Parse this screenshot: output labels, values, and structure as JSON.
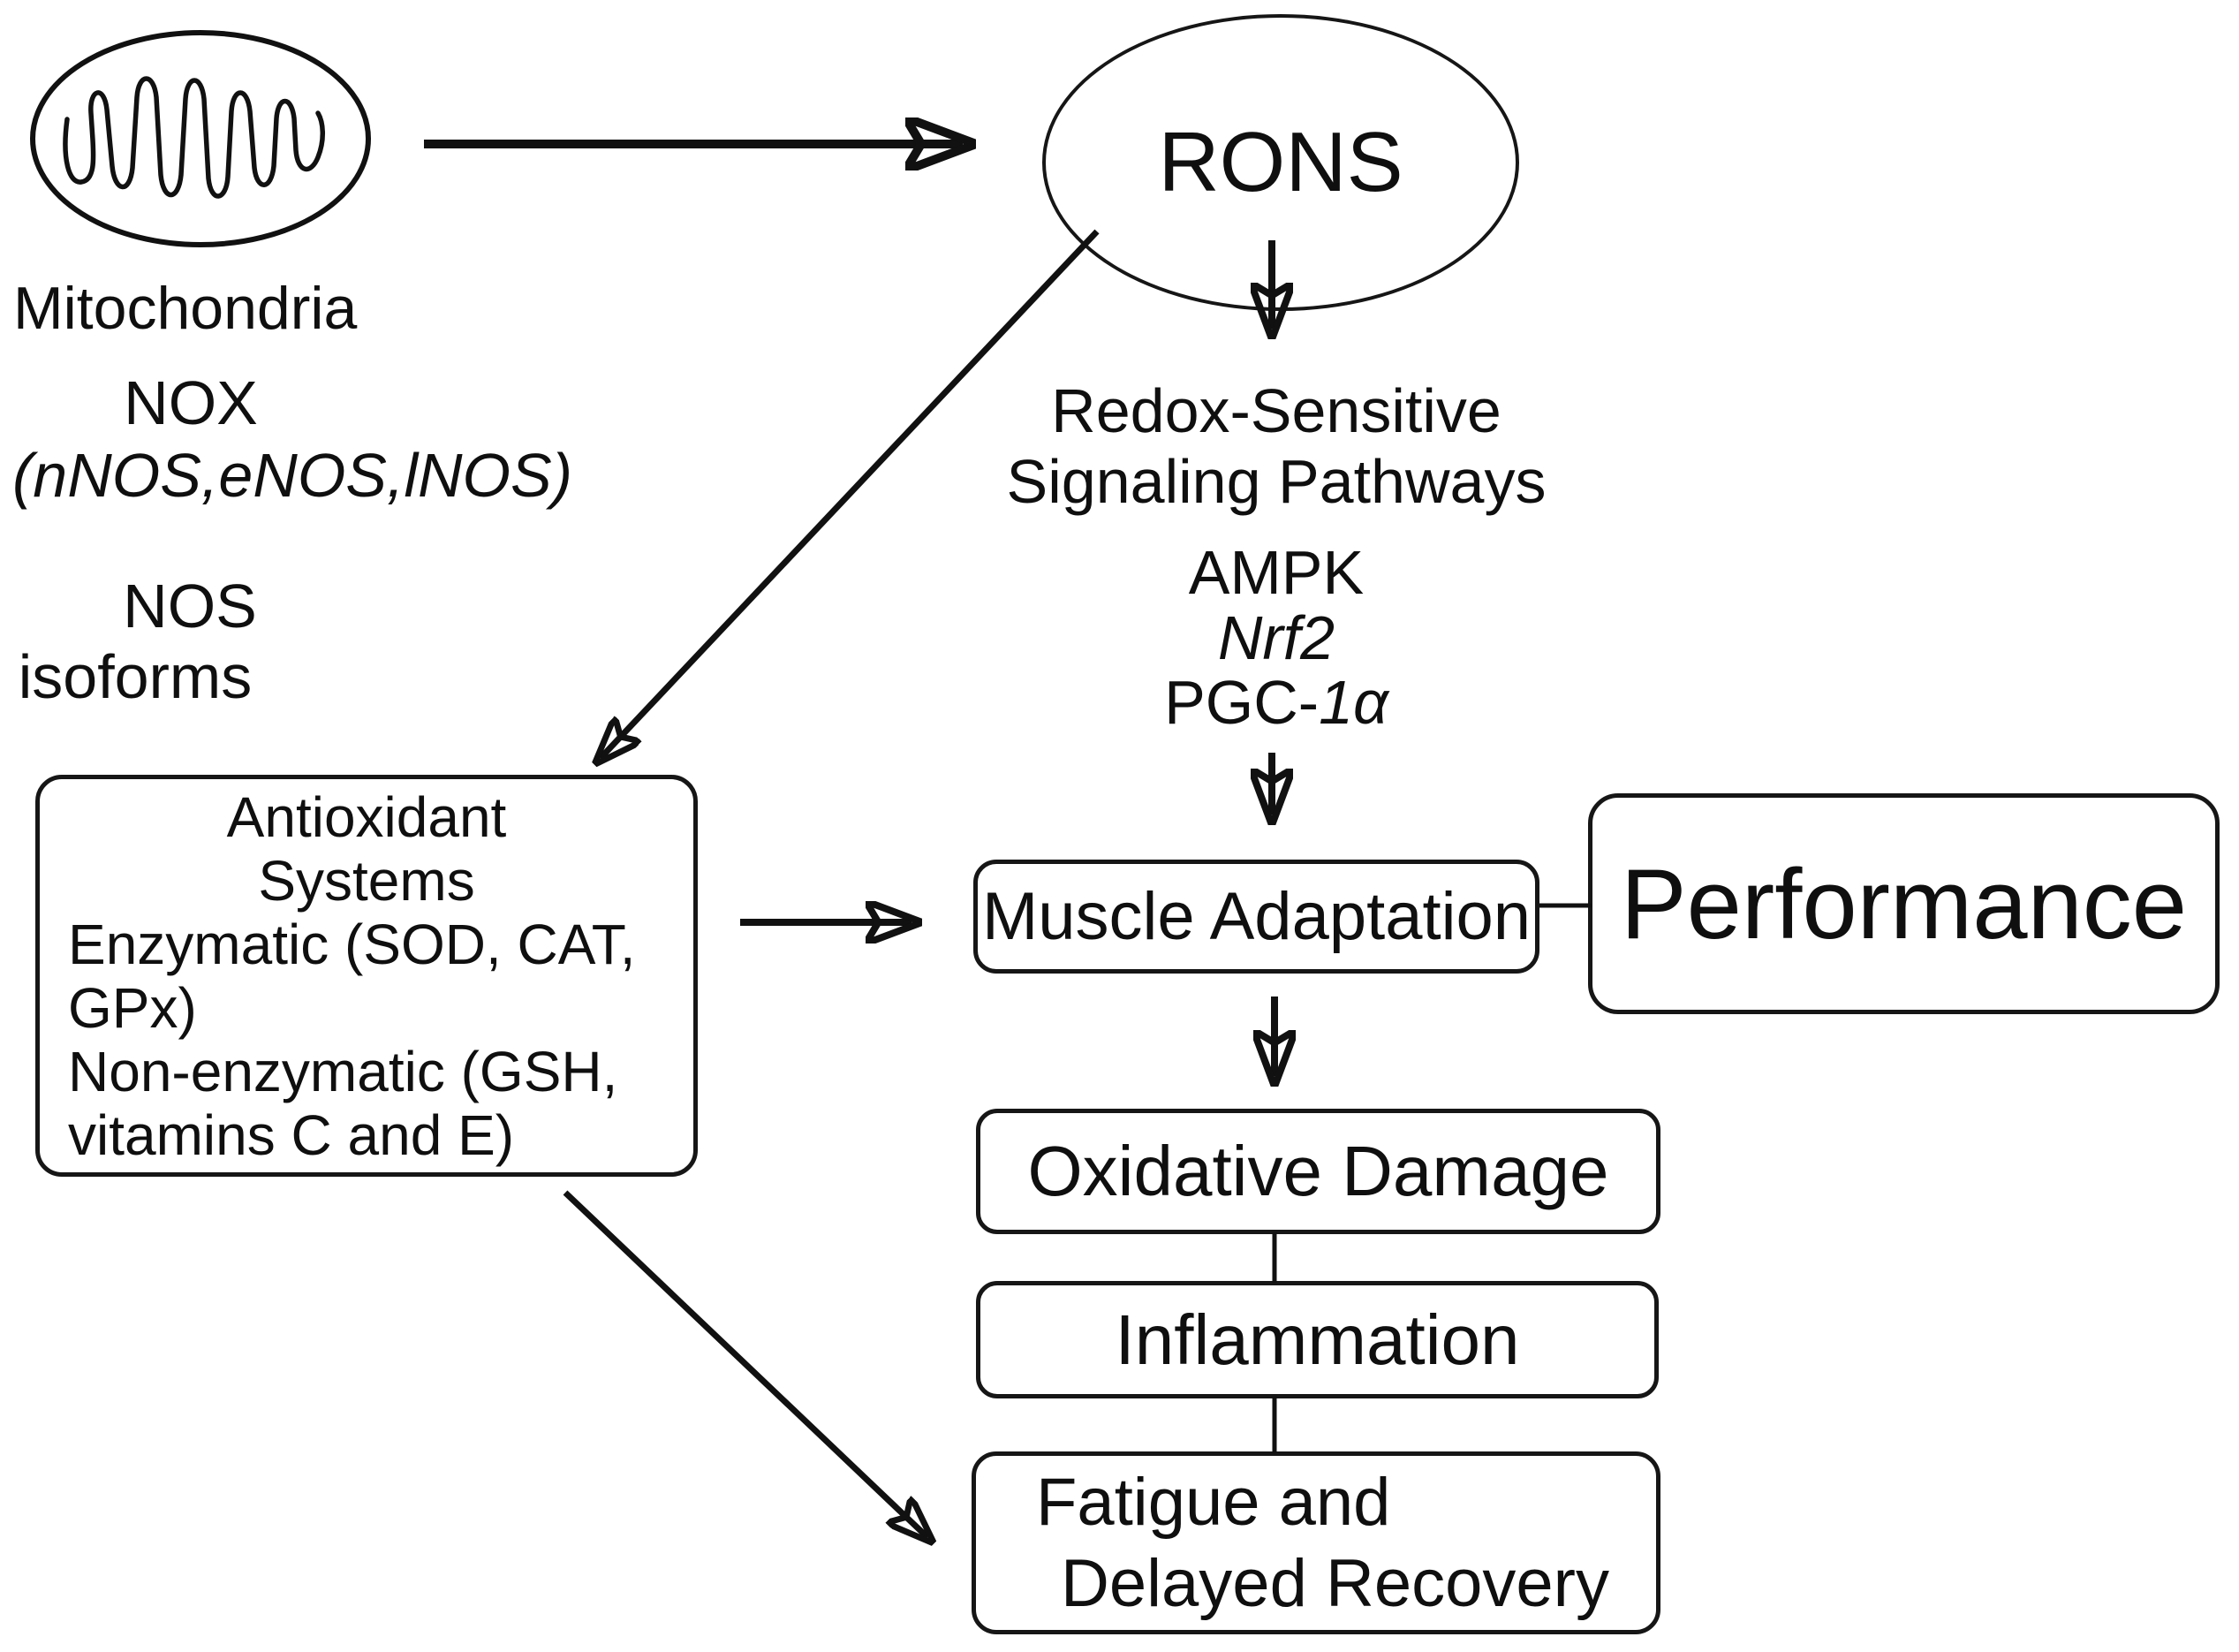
{
  "colors": {
    "ink": "#111111",
    "background": "#ffffff"
  },
  "mitochondria": {
    "label": "Mitochondria"
  },
  "rons": {
    "label": "RONS"
  },
  "nox": {
    "title": "NOX",
    "isoforms": "(nNOS,eNOS,lNOS)"
  },
  "nos": {
    "line1": "NOS",
    "line2": "isoforms"
  },
  "redox": {
    "line1": "Redox-Sensitive",
    "line2": "Signaling Pathways",
    "ampk": "AMPK",
    "nrf2": "Nrf2",
    "pgc_prefix": "PGC-",
    "pgc_suffix": "1α"
  },
  "antioxidant": {
    "title1": "Antioxidant",
    "title2": "Systems",
    "enzymatic1": "Enzymatic (SOD, CAT,",
    "enzymatic2": "GPx)",
    "nonenzymatic1": "Non-enzymatic (GSH,",
    "nonenzymatic2": "vitamins C and E)"
  },
  "muscle": {
    "label": "Muscle Adaptation"
  },
  "performance": {
    "label": "Performance"
  },
  "oxidative": {
    "label": "Oxidative Damage"
  },
  "inflammation": {
    "label": "Inflammation"
  },
  "fatigue": {
    "line1": "Fatigue and",
    "line2": "Delayed Recovery"
  }
}
